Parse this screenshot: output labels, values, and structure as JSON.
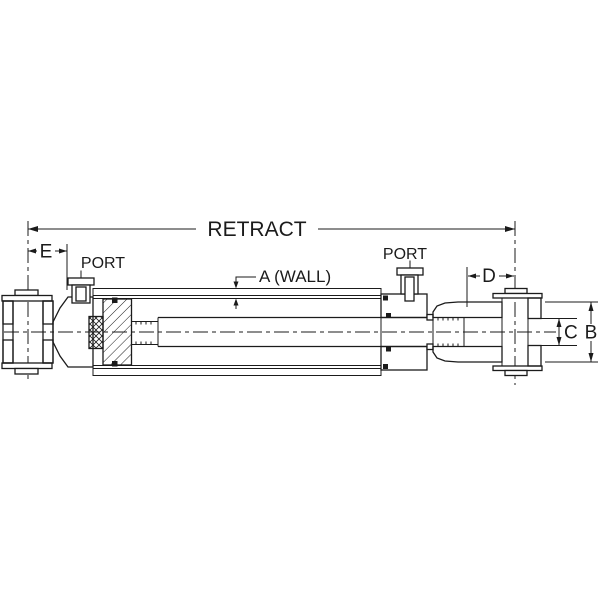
{
  "drawing": {
    "colors": {
      "line": "#1b1b1b",
      "background": "#ffffff"
    },
    "labels": {
      "retract": "RETRACT",
      "e": "E",
      "port_left": "PORT",
      "port_right": "PORT",
      "a_wall": "A (WALL)",
      "d": "D",
      "c": "C",
      "b": "B"
    }
  }
}
